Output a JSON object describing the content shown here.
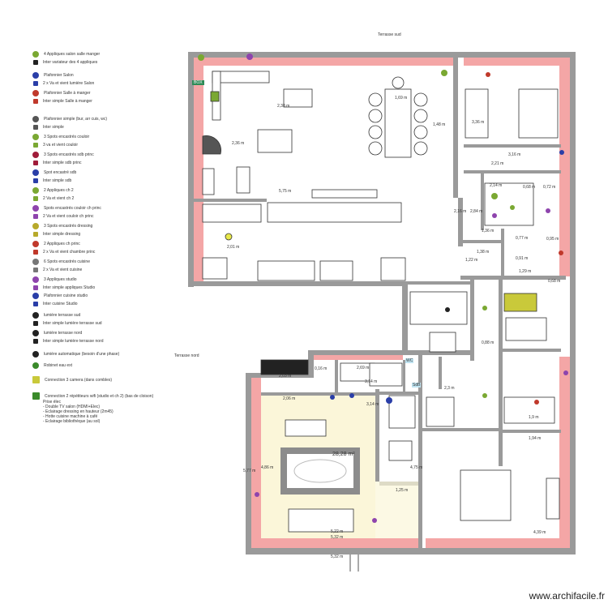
{
  "legend": [
    {
      "label": "4 Appliques salon salle manger",
      "color": "#7aa832",
      "icon": "applique-icon"
    },
    {
      "label": "Inter variateur des 4 appliques",
      "color": "#222222",
      "icon": "switch-icon"
    },
    {
      "label": "Plafonnier Salon",
      "color": "#2a3ea8",
      "icon": "ceiling-light-icon"
    },
    {
      "label": "2 x Va et vient lumière Salon",
      "color": "#2a3ea8",
      "icon": "switch-icon"
    },
    {
      "label": "Plafonnier Salle à manger",
      "color": "#c0392b",
      "icon": "ceiling-light-icon"
    },
    {
      "label": "Inter simple Salle à manger",
      "color": "#c0392b",
      "icon": "switch-icon"
    },
    {
      "label": "Plafonnier simple (bur, arr cuis, wc)",
      "color": "#555555",
      "icon": "ceiling-light-icon"
    },
    {
      "label": "Inter simple",
      "color": "#555555",
      "icon": "switch-icon"
    },
    {
      "label": "3 Spots encastrés couloir",
      "color": "#7aa832",
      "icon": "spot-icon"
    },
    {
      "label": "3 va et vient couloir",
      "color": "#7aa832",
      "icon": "switch-icon"
    },
    {
      "label": "3 Spots encastrés sdb princ",
      "color": "#a01c3a",
      "icon": "spot-icon"
    },
    {
      "label": "Inter simple sdb princ",
      "color": "#a01c3a",
      "icon": "switch-icon"
    },
    {
      "label": "Spot encastré sdb",
      "color": "#2a3ea8",
      "icon": "spot-icon"
    },
    {
      "label": "Inter simple sdb",
      "color": "#2a3ea8",
      "icon": "switch-icon"
    },
    {
      "label": "2 Appliques ch 2",
      "color": "#7aa832",
      "icon": "applique-icon"
    },
    {
      "label": "2 Va et vient ch 2",
      "color": "#7aa832",
      "icon": "switch-icon"
    },
    {
      "label": "Spots encastrés couloir ch princ",
      "color": "#8e44ad",
      "icon": "spot-icon"
    },
    {
      "label": "2 Va et vient couloir ch princ",
      "color": "#8e44ad",
      "icon": "switch-icon"
    },
    {
      "label": "3 Spots encastrés dressing",
      "color": "#b7a92b",
      "icon": "spot-icon"
    },
    {
      "label": "Inter simple dressing",
      "color": "#b7a92b",
      "icon": "switch-icon"
    },
    {
      "label": "2 Appliques ch princ",
      "color": "#c0392b",
      "icon": "applique-icon"
    },
    {
      "label": "2 x Va et vient chambre princ",
      "color": "#c0392b",
      "icon": "switch-icon"
    },
    {
      "label": "6 Spots encastrés cuisine",
      "color": "#777777",
      "icon": "spot-icon"
    },
    {
      "label": "2 x Va et vient cuisine",
      "color": "#777777",
      "icon": "switch-icon"
    },
    {
      "label": "3 Appliques studio",
      "color": "#8e44ad",
      "icon": "applique-icon"
    },
    {
      "label": "Inter simple appliques Studio",
      "color": "#8e44ad",
      "icon": "switch-icon"
    },
    {
      "label": "Plafonnier cuisine studio",
      "color": "#2a3ea8",
      "icon": "ceiling-light-icon"
    },
    {
      "label": "Inter cuisine Studio",
      "color": "#2a3ea8",
      "icon": "switch-icon"
    },
    {
      "label": "lumière terrasse sud",
      "color": "#222222",
      "icon": "outdoor-light-icon"
    },
    {
      "label": "Inter simple lumière terrasse sud",
      "color": "#222222",
      "icon": "switch-icon"
    },
    {
      "label": "lumière terrasse nord",
      "color": "#222222",
      "icon": "outdoor-light-icon"
    },
    {
      "label": "Inter simple lumière terrasse nord",
      "color": "#222222",
      "icon": "switch-icon"
    },
    {
      "label": "lumière automatique (besoin d'une phase)",
      "color": "#222222",
      "icon": "auto-light-icon"
    },
    {
      "label": "Robinet eau ext",
      "color": "#3a8a2a",
      "icon": "tap-icon"
    },
    {
      "label": "Connection 3 camera (dans combles)",
      "color": "#c9c93a",
      "icon": "camera-icon"
    },
    {
      "label": "Connection 2 répétiteurs wifi (studio et ch 2) (bas de cloison)",
      "color": "#3a8a2a",
      "icon": "wifi-icon"
    }
  ],
  "notes": {
    "title": "Prise élec",
    "lines": [
      "- Double TV salon (HDMI+Elec)",
      "- Eclairage dressing en hauteur (2m45)",
      "- Hotte cuisine machine à café",
      "- Eclairage bibliothèque (au sol)"
    ]
  },
  "labels": {
    "terrasse_sud": "Terrasse sud",
    "terrasse_nord": "Terrasse nord",
    "area": "28,28 m²",
    "box": "BOX",
    "wc": "WC",
    "sdb": "SdB",
    "watermark": "www.archifacile.fr"
  },
  "dims": [
    "2,36 m",
    "5,75 m",
    "1,69 m",
    "1,48 m",
    "3,36 m",
    "2,38 m",
    "3,16 m",
    "2,21 m",
    "2,14 m",
    "0,72 m",
    "2,84 m",
    "0,68 m",
    "1,36 m",
    "2,16 m",
    "0,77 m",
    "0,95 m",
    "1,38 m",
    "0,91 m",
    "1,29 m",
    "1,22 m",
    "0,68 m",
    "2,01 m",
    "0,88 m",
    "2,69 m",
    "3,14 m",
    "2,03 m",
    "0,16 m",
    "3,14 m",
    "2,3 m",
    "2,06 m",
    "1,9 m",
    "1,94 m",
    "5,77 m",
    "4,86 m",
    "1,25 m",
    "4,75 m",
    "5,22 m",
    "5,32 m",
    "5,32 m",
    "4,39 m"
  ],
  "colors": {
    "wall": "#9a9a9a",
    "wall_highlight": "#f4a6a6",
    "floor_selected": "#fbf6d9",
    "rug": "#8c8c8c"
  }
}
